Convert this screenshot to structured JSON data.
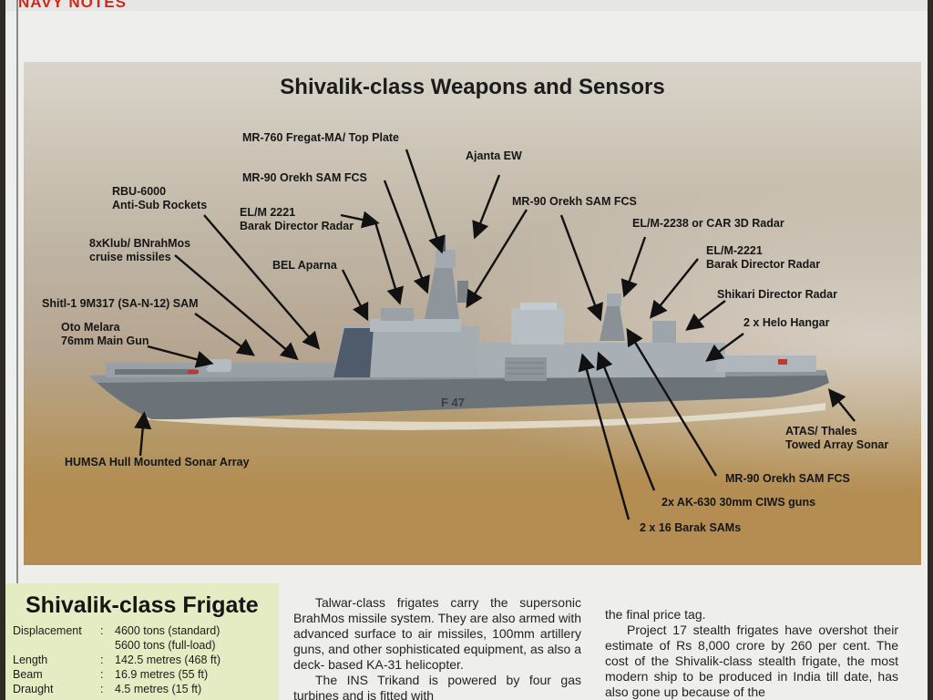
{
  "masthead": "NAVY NOTES",
  "figure": {
    "title": "Shivalik-class Weapons and Sensors",
    "hull_number": "F 47",
    "labels": {
      "top_plate": "MR-760 Fregat-MA/ Top Plate",
      "ajanta": "Ajanta EW",
      "orekh_a": "MR-90 Orekh SAM FCS",
      "orekh_b": "MR-90 Orekh SAM FCS",
      "orekh_c": "MR-90 Orekh SAM FCS",
      "rbu_line1": "RBU-6000",
      "rbu_line2": "Anti-Sub Rockets",
      "elm2221a_line1": "EL/M 2221",
      "elm2221a_line2": "Barak Director Radar",
      "elm2238": "EL/M-2238 or CAR 3D Radar",
      "elm2221b_line1": "EL/M-2221",
      "elm2221b_line2": "Barak Director Radar",
      "klub_line1": "8xKlub/ BNrahMos",
      "klub_line2": "cruise missiles",
      "aparna": "BEL Aparna",
      "shikari": "Shikari Director Radar",
      "helo": "2 x Helo Hangar",
      "shtil": "Shitl-1 9M317 (SA-N-12) SAM",
      "oto_line1": "Oto Melara",
      "oto_line2": "76mm Main Gun",
      "atas_line1": "ATAS/ Thales",
      "atas_line2": "Towed Array Sonar",
      "humsa": "HUMSA Hull Mounted Sonar Array",
      "ak630": "2x AK-630 30mm CIWS guns",
      "barak": "2 x 16 Barak SAMs"
    }
  },
  "specs": {
    "title": "Shivalik-class Frigate",
    "rows": [
      {
        "key": "Displacement",
        "value": "4600 tons (standard)"
      },
      {
        "key": "",
        "value": "5600 tons (full-load)"
      },
      {
        "key": "Length",
        "value": "142.5 metres (468 ft)"
      },
      {
        "key": "Beam",
        "value": "16.9 metres (55 ft)"
      },
      {
        "key": "Draught",
        "value": "4.5 metres (15 ft)"
      }
    ]
  },
  "article": {
    "col1_p1": "Talwar-class frigates carry the supersonic BrahMos missile system. They are also armed with advanced surface to air missiles, 100mm artillery guns, and other sophisticated equipment, as also a deck- based KA-31 helicopter.",
    "col1_p2": "The INS Trikand is powered by four gas turbines and is fitted with",
    "col2_p1": "the final price tag.",
    "col2_p2": "Project 17 stealth frigates have overshot their estimate of Rs 8,000 crore by 260 per cent. The cost of the Shivalik-class stealth frigate, the most modern ship to be produced in India till date, has also gone up because of the"
  }
}
